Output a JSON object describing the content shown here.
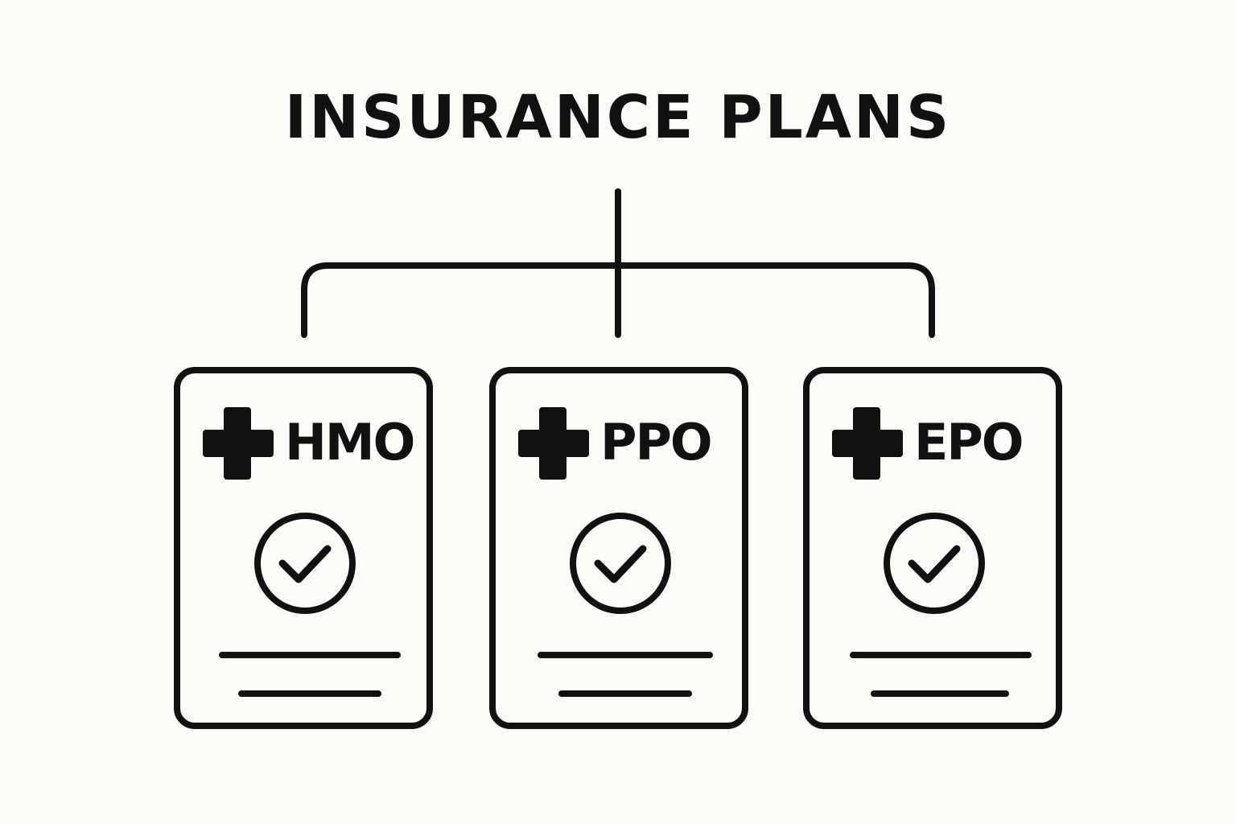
{
  "title": "INSURANCE PLANS",
  "plans": [
    {
      "label": "HMO"
    },
    {
      "label": "PPO"
    },
    {
      "label": "EPO"
    }
  ],
  "icons": {
    "cross": "medical-cross-icon",
    "check": "check-circle-icon"
  },
  "colors": {
    "background": "#fcfbf7",
    "ink": "#111111"
  }
}
